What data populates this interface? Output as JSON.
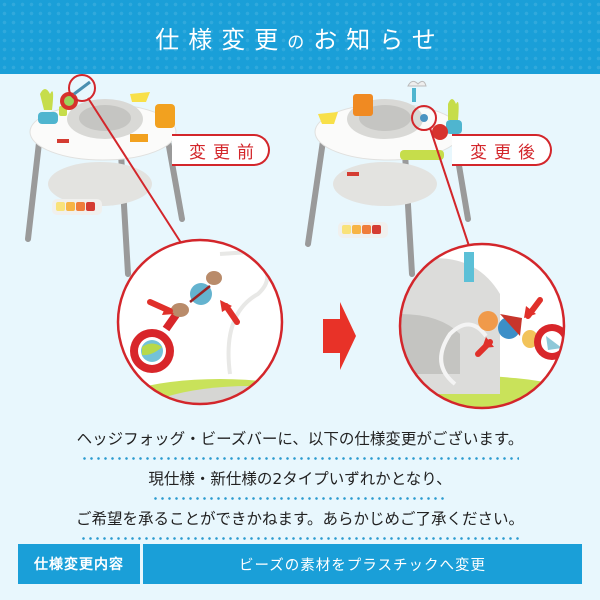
{
  "header": {
    "title_part1": "仕様変更",
    "title_connector": "の",
    "title_part2": "お知らせ",
    "background_color": "#1a9fd8"
  },
  "comparison": {
    "before": {
      "label": "変更前",
      "image_description": "3-in-1 activity center (white round table, grey legs) with hedgehog bead bar – original wooden beads"
    },
    "after": {
      "label": "変更後",
      "image_description": "3-in-1 activity center with hedgehog bead bar – new plastic beads"
    },
    "arrow_icon": "right-arrow",
    "accent_color": "#d3262b"
  },
  "notice": {
    "lines": [
      "ヘッジフォッグ・ビーズバーに、以下の仕様変更がございます。",
      "現仕様・新仕様の2タイプいずれかとなり、",
      "ご希望を承ることができかねます。あらかじめご了承ください。"
    ],
    "underline_color": "#2e9cd0"
  },
  "spec_table": {
    "label": "仕様変更内容",
    "value": "ビーズの素材をプラスチックへ変更"
  }
}
